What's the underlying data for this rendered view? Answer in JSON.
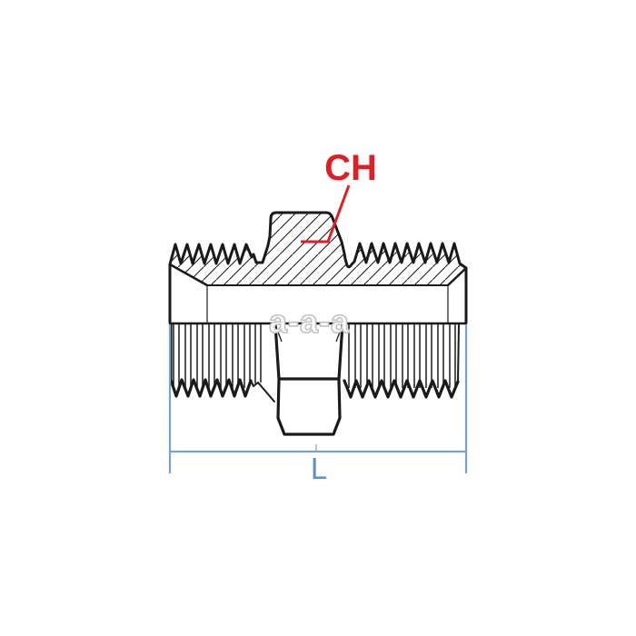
{
  "title": "Technical drawing of a male-male hex nipple hydraulic fitting (half-section view)",
  "labels": {
    "ch": {
      "text": "CH"
    },
    "l": {
      "text": "L"
    }
  },
  "watermark": {
    "text": "a-a-a"
  },
  "colors": {
    "background": "#ffffff",
    "line": "#1a1a1a",
    "callout": "#e01e25",
    "dimension": "#7aa0d4",
    "dimension_text": "#5f8fc6",
    "watermark": "#c2c2c2",
    "tick": "#9c9c9c"
  }
}
